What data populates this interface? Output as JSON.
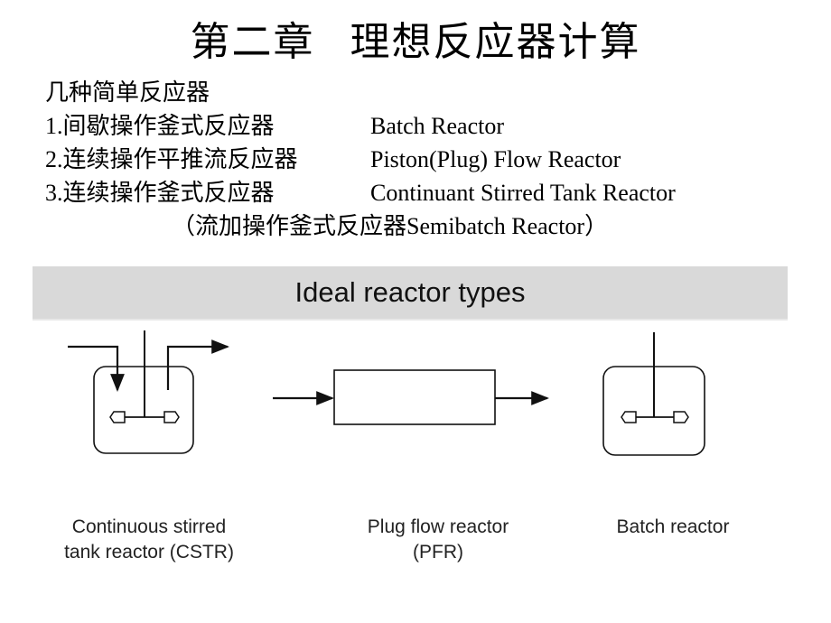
{
  "title": "第二章   理想反应器计算",
  "intro": {
    "heading": "几种简单反应器",
    "items": [
      {
        "cn": "1.间歇操作釜式反应器",
        "en": "Batch Reactor"
      },
      {
        "cn": "2.连续操作平推流反应器",
        "en": "Piston(Plug) Flow Reactor"
      },
      {
        "cn": "3.连续操作釜式反应器",
        "en": "Continuant Stirred Tank Reactor"
      }
    ],
    "semibatch": "（流加操作釜式反应器Semibatch Reactor）"
  },
  "figure": {
    "banner": "Ideal reactor types",
    "cstr_caption": [
      "Continuous stirred",
      "tank reactor (CSTR)"
    ],
    "pfr_caption": [
      "Plug flow reactor",
      "(PFR)"
    ],
    "batch_caption": [
      "Batch reactor"
    ]
  }
}
